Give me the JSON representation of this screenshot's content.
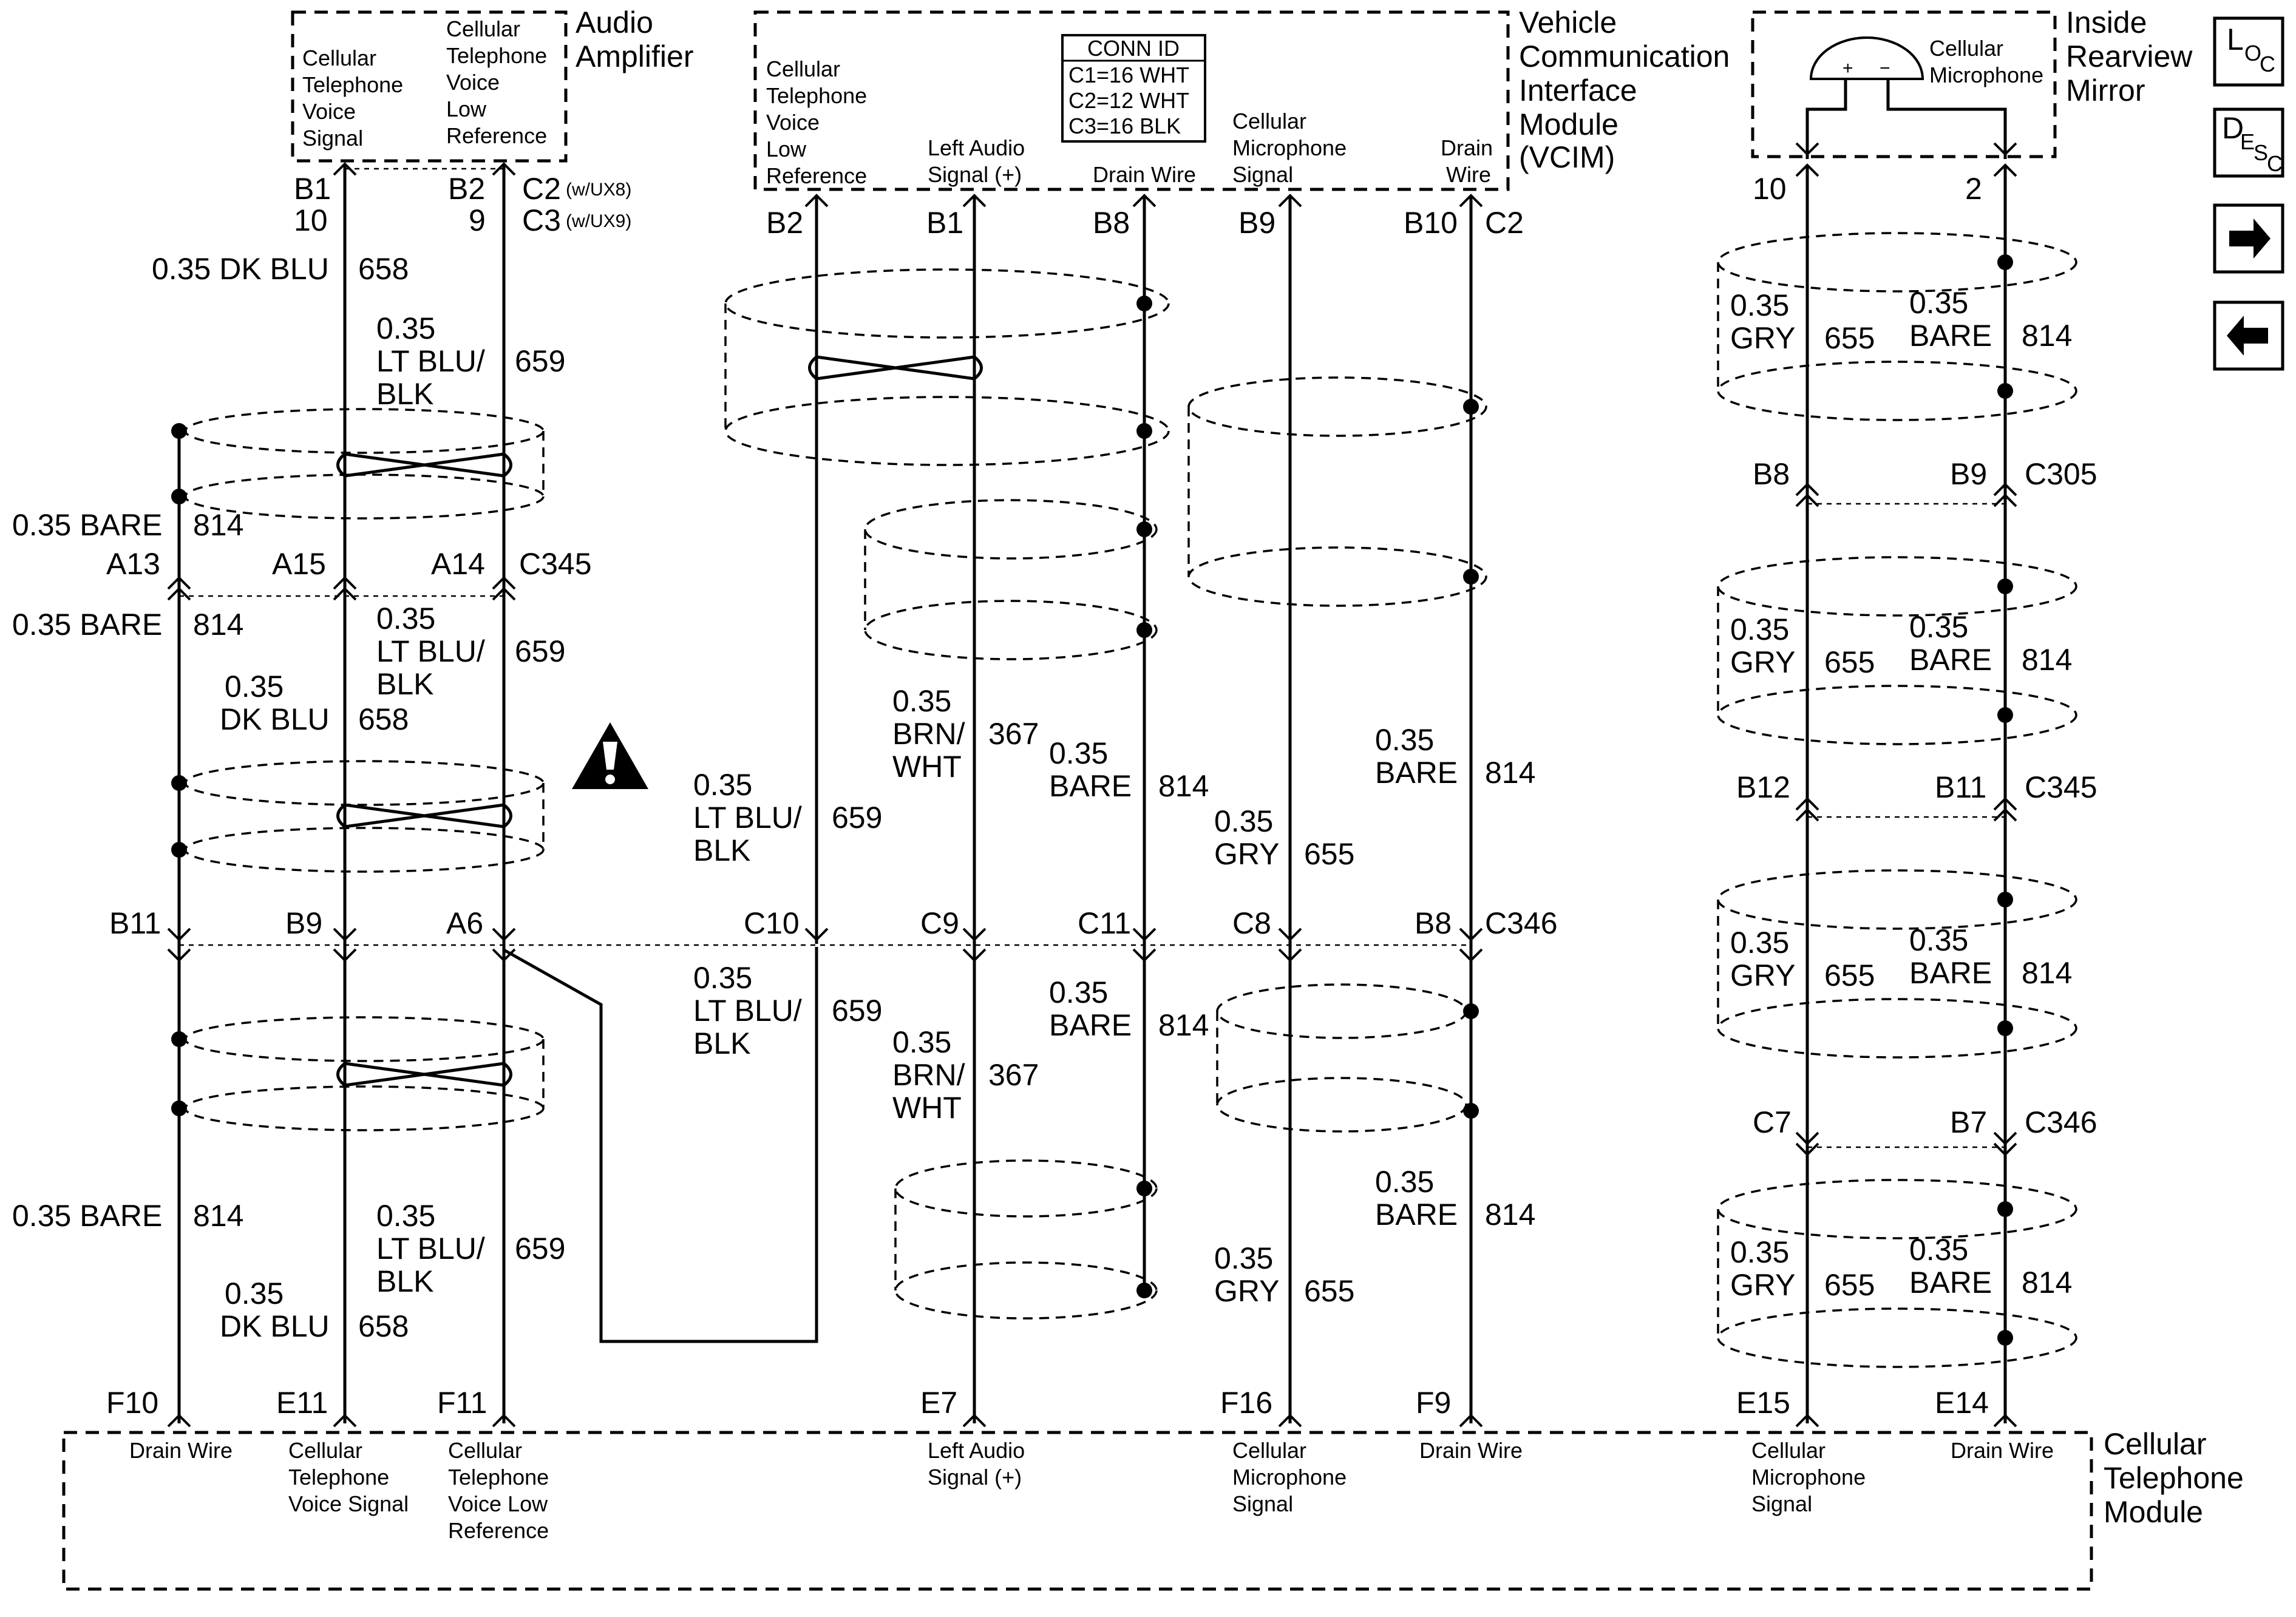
{
  "components": {
    "audio_amp": {
      "title": [
        "Audio",
        "Amplifier"
      ],
      "pin_b1": [
        "Cellular",
        "Telephone",
        "Voice",
        "Signal"
      ],
      "pin_b2": [
        "Cellular",
        "Telephone",
        "Voice",
        "Low",
        "Reference"
      ]
    },
    "vcim": {
      "title": [
        "Vehicle",
        "Communication",
        "Interface",
        "Module",
        "(VCIM)"
      ],
      "pin_b2": [
        "Cellular",
        "Telephone",
        "Voice",
        "Low",
        "Reference"
      ],
      "pin_b1": [
        "Left Audio",
        "Signal (+)"
      ],
      "pin_b8": [
        "Drain Wire"
      ],
      "pin_b9": [
        "Cellular",
        "Microphone",
        "Signal"
      ],
      "pin_b10": [
        "Drain",
        "Wire"
      ]
    },
    "conn_id": {
      "title": "CONN ID",
      "rows": [
        "C1=16 WHT",
        "C2=12 WHT",
        "C3=16 BLK"
      ]
    },
    "mirror": {
      "title": [
        "Inside",
        "Rearview",
        "Mirror"
      ],
      "mic": [
        "Cellular",
        "Microphone"
      ],
      "plus": "+",
      "minus": "−"
    },
    "ctm": {
      "title": [
        "Cellular",
        "Telephone",
        "Module"
      ],
      "pins": [
        [
          "Drain Wire"
        ],
        [
          "Cellular",
          "Telephone",
          "Voice Signal"
        ],
        [
          "Cellular",
          "Telephone",
          "Voice Low",
          "Reference"
        ],
        [
          "Left Audio",
          "Signal (+)"
        ],
        [
          "Cellular",
          "Microphone",
          "Signal"
        ],
        [
          "Drain Wire"
        ],
        [
          "Cellular",
          "Microphone",
          "Signal"
        ],
        [
          "Drain Wire"
        ]
      ]
    }
  },
  "connectors": {
    "amp_c2": "C2",
    "amp_c2_opt": "(w/UX8)",
    "amp_c3": "C3",
    "amp_c3_opt": "(w/UX9)",
    "c345": "C345",
    "c346": "C346",
    "vcim_c2": "C2",
    "c305": "C305",
    "c345r": "C345",
    "c346r": "C346"
  },
  "pins": {
    "amp": [
      "B1",
      "B2",
      "10",
      "9"
    ],
    "c345": [
      "A13",
      "A15",
      "A14"
    ],
    "c346": [
      "B11",
      "B9",
      "A6",
      "C10",
      "C9",
      "C11",
      "C8",
      "B8"
    ],
    "vcim": [
      "B2",
      "B1",
      "B8",
      "B9",
      "B10"
    ],
    "mirror": [
      "10",
      "2"
    ],
    "c305": [
      "B8",
      "B9"
    ],
    "c345r": [
      "B12",
      "B11"
    ],
    "c346r": [
      "C7",
      "B7"
    ],
    "ctm": [
      "F10",
      "E11",
      "F11",
      "E7",
      "F16",
      "F9",
      "E15",
      "E14"
    ]
  },
  "wires": [
    {
      "size": "0.35 DK BLU",
      "circuit": "658"
    },
    {
      "size": "0.35",
      "color": [
        "LT BLU/",
        "BLK"
      ],
      "circuit": "659"
    },
    {
      "size": "0.35 BARE",
      "circuit": "814"
    },
    {
      "size": "0.35 BARE",
      "circuit": "814"
    },
    {
      "size": "0.35",
      "color": [
        "LT BLU/",
        "BLK"
      ],
      "circuit": "659"
    },
    {
      "size": "0.35",
      "color": [
        "DK BLU"
      ],
      "circuit": "658"
    },
    {
      "size": "0.35 BARE",
      "circuit": "814"
    },
    {
      "size": "0.35",
      "color": [
        "LT BLU/",
        "BLK"
      ],
      "circuit": "659"
    },
    {
      "size": "0.35",
      "color": [
        "DK BLU"
      ],
      "circuit": "658"
    },
    {
      "size": "0.35",
      "color": [
        "LT BLU/",
        "BLK"
      ],
      "circuit": "659"
    },
    {
      "size": "0.35",
      "color": [
        "BRN/",
        "WHT"
      ],
      "circuit": "367"
    },
    {
      "size": "0.35",
      "color": [
        "BARE"
      ],
      "circuit": "814"
    },
    {
      "size": "0.35",
      "color": [
        "GRY"
      ],
      "circuit": "655"
    },
    {
      "size": "0.35",
      "color": [
        "BARE"
      ],
      "circuit": "814"
    },
    {
      "size": "0.35",
      "color": [
        "LT BLU/",
        "BLK"
      ],
      "circuit": "659"
    },
    {
      "size": "0.35",
      "color": [
        "BRN/",
        "WHT"
      ],
      "circuit": "367"
    },
    {
      "size": "0.35",
      "color": [
        "BARE"
      ],
      "circuit": "814"
    },
    {
      "size": "0.35",
      "color": [
        "BARE"
      ],
      "circuit": "814"
    },
    {
      "size": "0.35",
      "color": [
        "GRY"
      ],
      "circuit": "655"
    },
    {
      "size": "0.35",
      "color": [
        "GRY"
      ],
      "circuit": "655"
    },
    {
      "size": "0.35",
      "color": [
        "BARE"
      ],
      "circuit": "814"
    }
  ],
  "nav": {
    "loc": [
      "L",
      "O",
      "C"
    ],
    "desc": [
      "D",
      "E",
      "S",
      "C"
    ],
    "next": "next-arrow-icon",
    "prev": "prev-arrow-icon",
    "warning": "warning-icon"
  }
}
